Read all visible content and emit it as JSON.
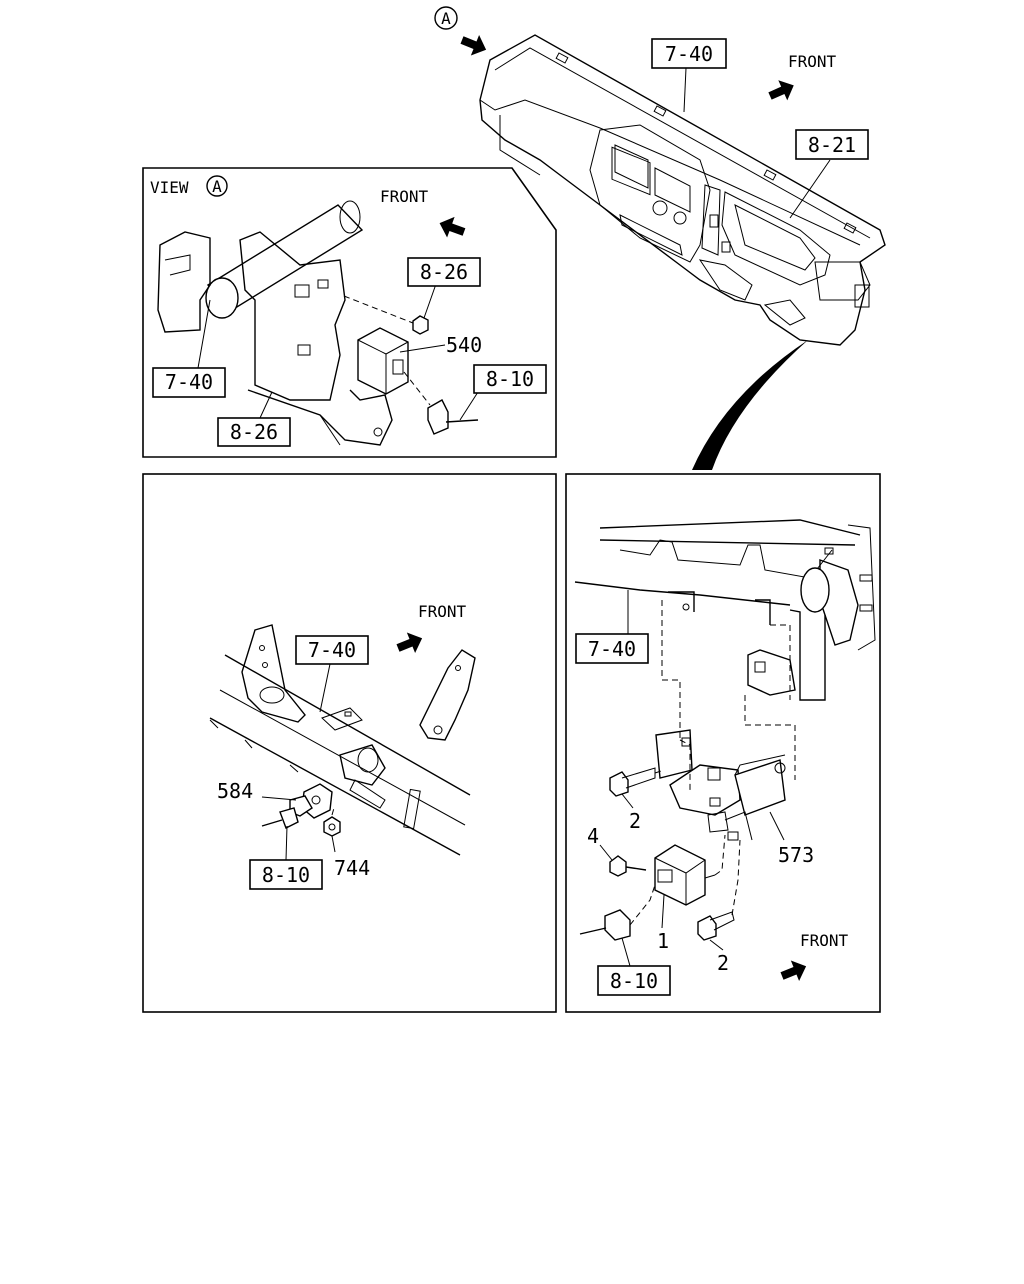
{
  "labels": {
    "view_marker": "A",
    "front": "FRONT",
    "top_ref_740": "7-40",
    "top_ref_821": "8-21",
    "view_title": "VIEW",
    "view_ref_826_top": "8-26",
    "view_part_540": "540",
    "view_ref_810": "8-10",
    "view_ref_740": "7-40",
    "view_ref_826_bottom": "8-26",
    "left_ref_740": "7-40",
    "left_part_584": "584",
    "left_part_744": "744",
    "left_ref_810": "8-10",
    "right_ref_740": "7-40",
    "right_part_2_upper": "2",
    "right_part_573": "573",
    "right_part_4": "4",
    "right_part_1": "1",
    "right_part_2_lower": "2",
    "right_ref_810": "8-10"
  }
}
